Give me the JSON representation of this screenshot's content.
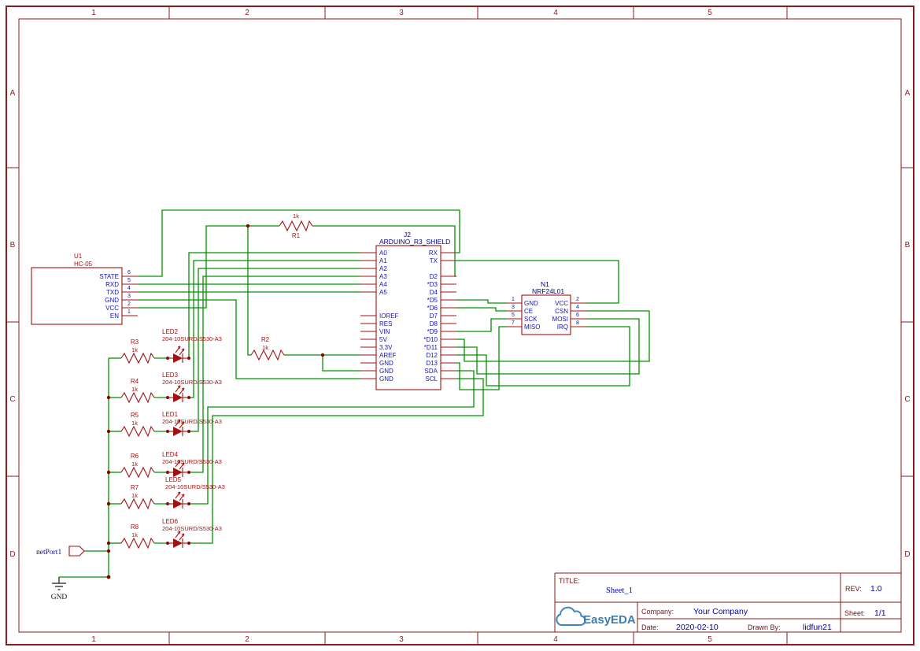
{
  "frame": {
    "columns": [
      "1",
      "2",
      "3",
      "4",
      "5"
    ],
    "rows": [
      "A",
      "B",
      "C",
      "D"
    ]
  },
  "title_block": {
    "title_label": "TITLE:",
    "title": "Sheet_1",
    "rev_label": "REV:",
    "rev": "1.0",
    "company_label": "Company:",
    "company": "Your Company",
    "sheet_label": "Sheet:",
    "sheet": "1/1",
    "date_label": "Date:",
    "date": "2020-02-10",
    "drawn_label": "Drawn By:",
    "drawn_by": "lidfun21",
    "logo": "EasyEDA"
  },
  "u1": {
    "ref": "U1",
    "value": "HC-05",
    "pins": [
      {
        "name": "STATE",
        "num": "6"
      },
      {
        "name": "RXD",
        "num": "5"
      },
      {
        "name": "TXD",
        "num": "4"
      },
      {
        "name": "GND",
        "num": "3"
      },
      {
        "name": "VCC",
        "num": "2"
      },
      {
        "name": "EN",
        "num": "1"
      }
    ]
  },
  "j2": {
    "ref": "J2",
    "value": "ARDUINO_R3_SHIELD",
    "left_pins": [
      "A0",
      "A1",
      "A2",
      "A3",
      "A4",
      "A5",
      "IOREF",
      "RES",
      "VIN",
      "5V",
      "3.3V",
      "AREF",
      "GND",
      "GND",
      "GND"
    ],
    "right_pins": [
      "RX",
      "TX",
      "D2",
      "*D3",
      "D4",
      "*D5",
      "*D6",
      "D7",
      "D8",
      "*D9",
      "*D10",
      "*D11",
      "D12",
      "D13",
      "SDA",
      "SCL"
    ]
  },
  "n1": {
    "ref": "N1",
    "value": "NRF24L01",
    "left_pins": [
      {
        "name": "GND",
        "num": "1"
      },
      {
        "name": "CE",
        "num": "3"
      },
      {
        "name": "SCK",
        "num": "5"
      },
      {
        "name": "MISO",
        "num": "7"
      }
    ],
    "right_pins": [
      {
        "name": "VCC",
        "num": "2"
      },
      {
        "name": "CSN",
        "num": "4"
      },
      {
        "name": "MOSI",
        "num": "6"
      },
      {
        "name": "IRQ",
        "num": "8"
      }
    ]
  },
  "resistors": [
    {
      "ref": "R1",
      "value": "1k"
    },
    {
      "ref": "R2",
      "value": "1k"
    },
    {
      "ref": "R3",
      "value": "1k"
    },
    {
      "ref": "R4",
      "value": "1k"
    },
    {
      "ref": "R5",
      "value": "1k"
    },
    {
      "ref": "R6",
      "value": "1k"
    },
    {
      "ref": "R7",
      "value": "1k"
    },
    {
      "ref": "R8",
      "value": "1k"
    }
  ],
  "leds": [
    {
      "ref": "LED2",
      "value": "204-10SURD/S530-A3"
    },
    {
      "ref": "LED3",
      "value": "204-10SURD/S530-A3"
    },
    {
      "ref": "LED1",
      "value": "204-10SURD/S530-A3"
    },
    {
      "ref": "LED4",
      "value": "204-10SURD/S530-A3"
    },
    {
      "ref": "LED5",
      "value": "204-10SURD/S530-A3"
    },
    {
      "ref": "LED6",
      "value": "204-10SURD/S530-A3"
    }
  ],
  "net": {
    "port": "netPort1",
    "gnd": "GND"
  },
  "colors": {
    "frame": "#8b1a1a",
    "component": "#a01212",
    "wire": "#009100",
    "pin_text": "#1212b8",
    "ref_navy": "#000085",
    "value_blue": "#0000b4",
    "logo_blue": "#3d85c6"
  }
}
